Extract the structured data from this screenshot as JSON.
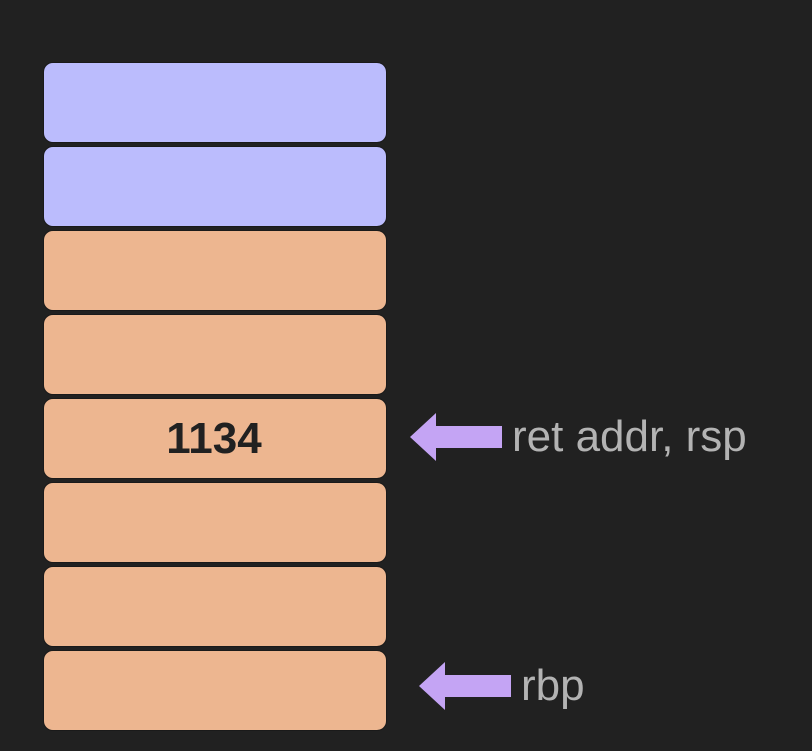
{
  "stack": {
    "slots": [
      {
        "value": "",
        "color": "#bbbcfd"
      },
      {
        "value": "",
        "color": "#bbbcfd"
      },
      {
        "value": "",
        "color": "#edb690"
      },
      {
        "value": "",
        "color": "#edb690"
      },
      {
        "value": "1134",
        "color": "#edb690"
      },
      {
        "value": "",
        "color": "#edb690"
      },
      {
        "value": "",
        "color": "#edb690"
      },
      {
        "value": "",
        "color": "#edb690"
      }
    ]
  },
  "pointers": [
    {
      "label": "ret addr, rsp",
      "slot_index": 4,
      "arrow_color": "#c4a4f4"
    },
    {
      "label": "rbp",
      "slot_index": 7,
      "arrow_color": "#c4a4f4"
    }
  ]
}
